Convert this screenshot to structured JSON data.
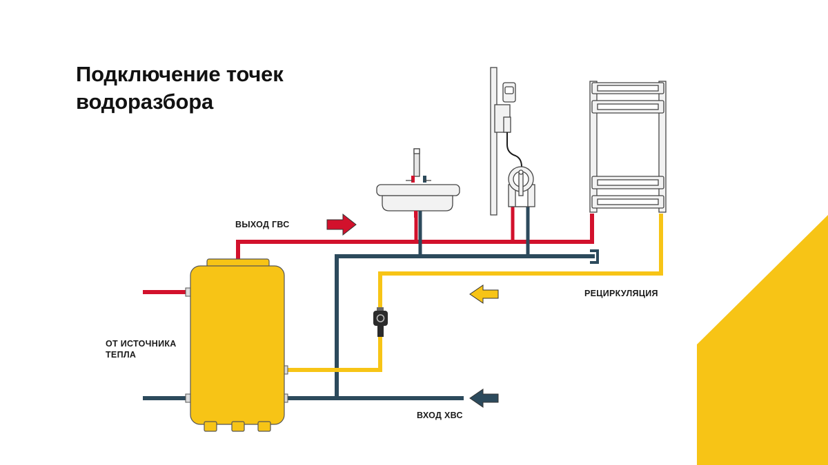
{
  "title": {
    "line1": "Подключение точек",
    "line2": "водоразбора"
  },
  "labels": {
    "hot_out": "ВЫХОД ГВС",
    "recirculation": "РЕЦИРКУЛЯЦИЯ",
    "heat_source_line1": "ОТ ИСТОЧНИКА",
    "heat_source_line2": "ТЕПЛА",
    "cold_in": "ВХОД ХВС"
  },
  "colors": {
    "hot": "#d2112c",
    "cold": "#2c4a5c",
    "recirc": "#f7c416",
    "tank": "#f7c416",
    "accent_corner": "#f7c416",
    "fixture_fill": "#f2f2f2",
    "fixture_stroke": "#444444"
  },
  "icons": {
    "tank": "water-heater-tank",
    "pump": "circulation-pump",
    "sink": "washbasin-with-mixer",
    "shower": "shower-set",
    "towel_rail": "heated-towel-rail",
    "flow_arrow": "arrow"
  }
}
